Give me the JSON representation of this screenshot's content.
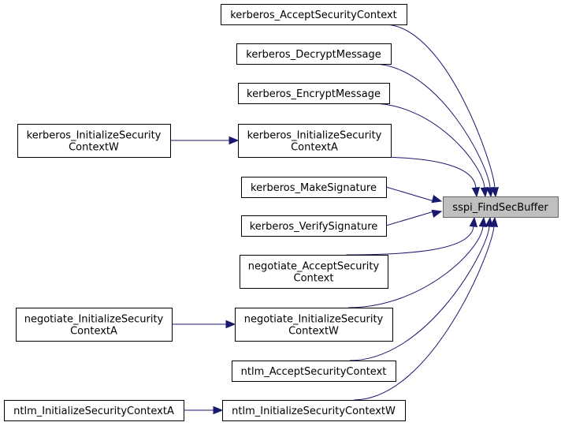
{
  "target": {
    "id": "target",
    "lines": [
      "sspi_FindSecBuffer"
    ]
  },
  "nodes": [
    {
      "id": "n1",
      "lines": [
        "kerberos_AcceptSecurityContext"
      ]
    },
    {
      "id": "n2",
      "lines": [
        "kerberos_DecryptMessage"
      ]
    },
    {
      "id": "n3",
      "lines": [
        "kerberos_EncryptMessage"
      ]
    },
    {
      "id": "n4",
      "lines": [
        "kerberos_InitializeSecurity",
        "ContextA"
      ]
    },
    {
      "id": "n4w",
      "lines": [
        "kerberos_InitializeSecurity",
        "ContextW"
      ]
    },
    {
      "id": "n5",
      "lines": [
        "kerberos_MakeSignature"
      ]
    },
    {
      "id": "n6",
      "lines": [
        "kerberos_VerifySignature"
      ]
    },
    {
      "id": "n7",
      "lines": [
        "negotiate_AcceptSecurity",
        "Context"
      ]
    },
    {
      "id": "n8",
      "lines": [
        "negotiate_InitializeSecurity",
        "ContextW"
      ]
    },
    {
      "id": "n8a",
      "lines": [
        "negotiate_InitializeSecurity",
        "ContextA"
      ]
    },
    {
      "id": "n9",
      "lines": [
        "ntlm_AcceptSecurityContext"
      ]
    },
    {
      "id": "n10",
      "lines": [
        "ntlm_InitializeSecurityContextW"
      ]
    },
    {
      "id": "n10a",
      "lines": [
        "ntlm_InitializeSecurityContextA"
      ]
    }
  ],
  "edges": [
    {
      "from": "n1",
      "to": "target"
    },
    {
      "from": "n2",
      "to": "target"
    },
    {
      "from": "n3",
      "to": "target"
    },
    {
      "from": "n4",
      "to": "target"
    },
    {
      "from": "n5",
      "to": "target"
    },
    {
      "from": "n6",
      "to": "target"
    },
    {
      "from": "n7",
      "to": "target"
    },
    {
      "from": "n8",
      "to": "target"
    },
    {
      "from": "n9",
      "to": "target"
    },
    {
      "from": "n10",
      "to": "target"
    },
    {
      "from": "n4w",
      "to": "n4"
    },
    {
      "from": "n8a",
      "to": "n8"
    },
    {
      "from": "n10a",
      "to": "n10"
    }
  ],
  "colors": {
    "edge": "#191970",
    "target_fill": "#bfbfbf",
    "node_border": "#000000"
  }
}
